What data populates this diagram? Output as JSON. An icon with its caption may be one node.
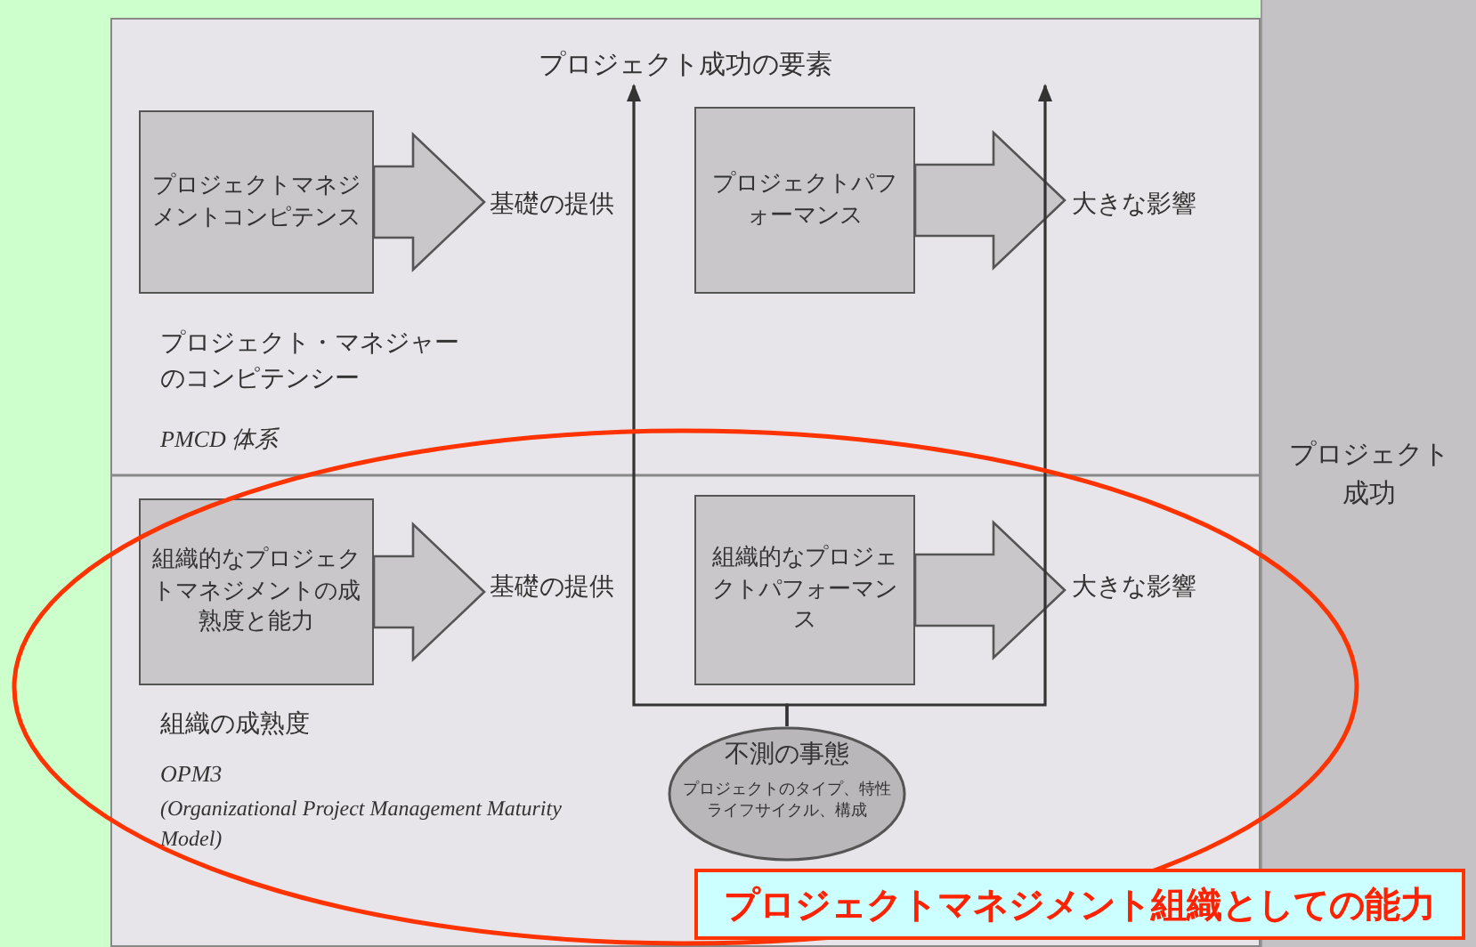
{
  "diagram": {
    "title": "プロジェクト成功の要素",
    "nodes": [
      {
        "text": [
          "プロジェクトマネジメントコンピテンス"
        ]
      },
      {
        "text": [
          "基礎の提供"
        ]
      },
      {
        "text": [
          "プロジェクトパフォーマンス"
        ]
      },
      {
        "text": [
          "大きな影響"
        ]
      },
      {
        "text": [
          "組織的なプロジェクトマネジメントの成熟度と能力"
        ]
      },
      {
        "text": [
          "基礎の提供"
        ]
      },
      {
        "text": [
          "組織的なプロジェクトパフォーマンス"
        ]
      },
      {
        "text": [
          "大きな影響"
        ]
      },
      {
        "text": [
          "不測の事態",
          "プロジェクトのタイプ、特性ライフサイクル、構成"
        ]
      },
      {
        "text": [
          "プロジェクト成功"
        ]
      },
      {
        "text": [
          "プロジェクトマネジメント組織としての能力"
        ]
      }
    ],
    "edges": [
      {
        "from": 0,
        "to": 1,
        "arrow": "to",
        "style": "thick"
      },
      {
        "from": 2,
        "to": 3,
        "arrow": "to",
        "style": "thick"
      },
      {
        "from": 4,
        "to": 5,
        "arrow": "to",
        "style": "thick"
      },
      {
        "from": 6,
        "to": 7,
        "arrow": "to",
        "style": "thick"
      },
      {
        "from": 8,
        "to": null,
        "arrow": "to"
      },
      {
        "from": 8,
        "to": null,
        "arrow": "to"
      }
    ],
    "labels": [
      "プロジェクト・マネジャーのコンピテンシー",
      "PMCD 体系",
      "組織の成熟度",
      "OPM3",
      "(Organizational Project Management Maturity Model)"
    ]
  }
}
